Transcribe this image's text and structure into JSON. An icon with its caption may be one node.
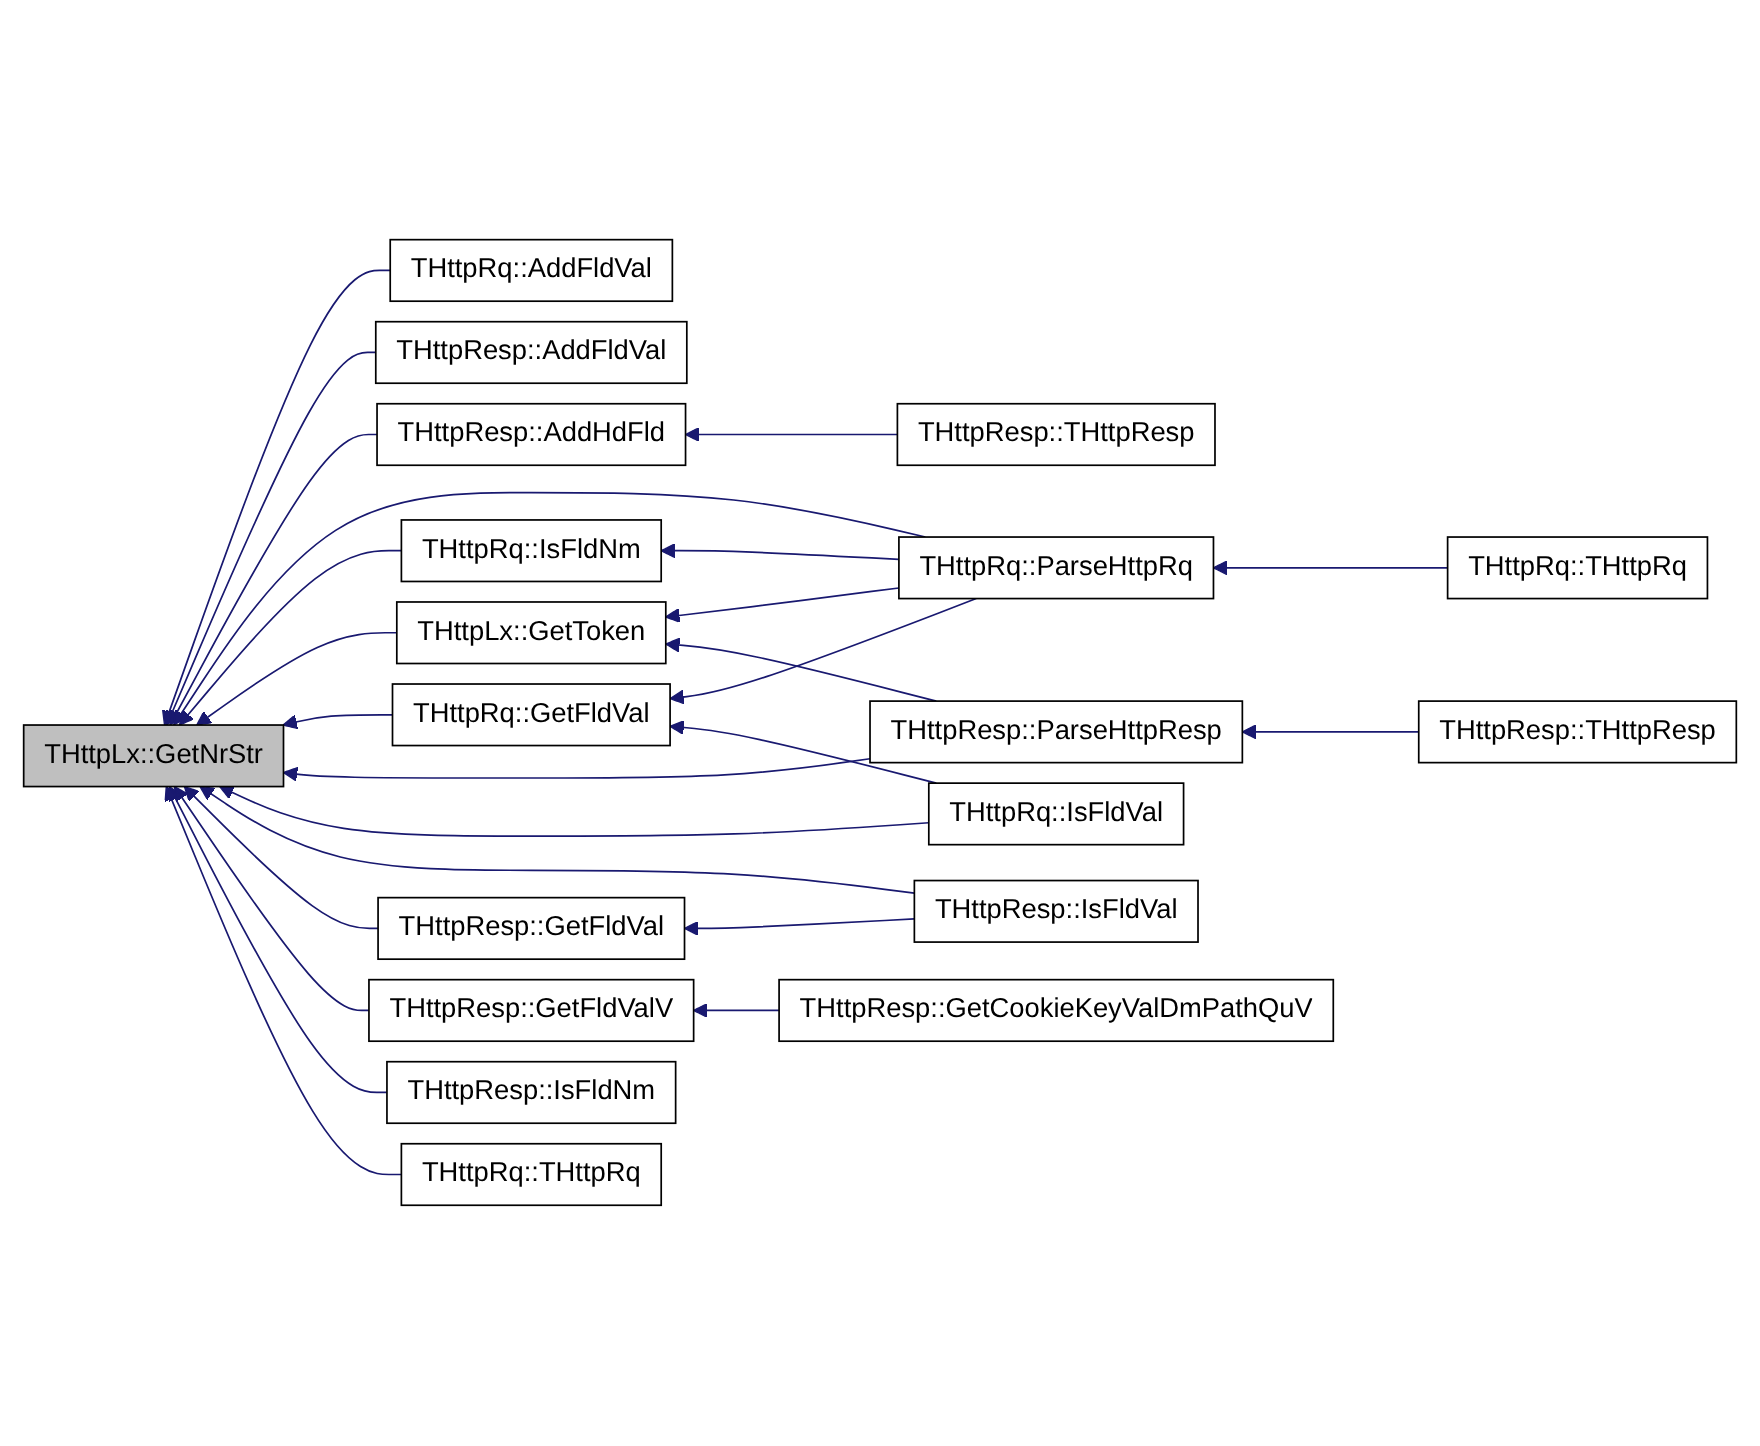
{
  "diagram": {
    "nodes": [
      {
        "text": [
          "THttpLx::GetNrStr"
        ]
      },
      {
        "text": [
          "THttpRq::AddFldVal"
        ]
      },
      {
        "text": [
          "THttpResp::AddFldVal"
        ]
      },
      {
        "text": [
          "THttpResp::AddHdFld"
        ]
      },
      {
        "text": [
          "THttpResp::THttpResp"
        ]
      },
      {
        "text": [
          "THttpRq::IsFldNm"
        ]
      },
      {
        "text": [
          "THttpLx::GetToken"
        ]
      },
      {
        "text": [
          "THttpRq::GetFldVal"
        ]
      },
      {
        "text": [
          "THttpRq::ParseHttpRq"
        ]
      },
      {
        "text": [
          "THttpRq::THttpRq"
        ]
      },
      {
        "text": [
          "THttpResp::ParseHttpResp"
        ]
      },
      {
        "text": [
          "THttpResp::THttpResp"
        ]
      },
      {
        "text": [
          "THttpRq::IsFldVal"
        ]
      },
      {
        "text": [
          "THttpResp::IsFldVal"
        ]
      },
      {
        "text": [
          "THttpResp::GetFldVal"
        ]
      },
      {
        "text": [
          "THttpResp::GetFldValV"
        ]
      },
      {
        "text": [
          "THttpResp::GetCookieKeyValDmPathQuV"
        ]
      },
      {
        "text": [
          "THttpResp::IsFldNm"
        ]
      },
      {
        "text": [
          "THttpRq::THttpRq"
        ]
      }
    ],
    "edges": [
      {
        "from": 1,
        "to": 0,
        "arrow": "to"
      },
      {
        "from": 2,
        "to": 0,
        "arrow": "to"
      },
      {
        "from": 3,
        "to": 0,
        "arrow": "to"
      },
      {
        "from": 4,
        "to": 3,
        "arrow": "to"
      },
      {
        "from": 8,
        "to": 0,
        "arrow": "to"
      },
      {
        "from": 5,
        "to": 0,
        "arrow": "to"
      },
      {
        "from": 8,
        "to": 5,
        "arrow": "to"
      },
      {
        "from": 6,
        "to": 0,
        "arrow": "to"
      },
      {
        "from": 8,
        "to": 6,
        "arrow": "to"
      },
      {
        "from": 10,
        "to": 6,
        "arrow": "to"
      },
      {
        "from": 7,
        "to": 0,
        "arrow": "to"
      },
      {
        "from": 8,
        "to": 7,
        "arrow": "to"
      },
      {
        "from": 12,
        "to": 7,
        "arrow": "to"
      },
      {
        "from": 9,
        "to": 8,
        "arrow": "to"
      },
      {
        "from": 10,
        "to": 0,
        "arrow": "to"
      },
      {
        "from": 11,
        "to": 10,
        "arrow": "to"
      },
      {
        "from": 12,
        "to": 0,
        "arrow": "to"
      },
      {
        "from": 13,
        "to": 0,
        "arrow": "to"
      },
      {
        "from": 14,
        "to": 0,
        "arrow": "to"
      },
      {
        "from": 13,
        "to": 14,
        "arrow": "to"
      },
      {
        "from": 15,
        "to": 0,
        "arrow": "to"
      },
      {
        "from": 16,
        "to": 15,
        "arrow": "to"
      },
      {
        "from": 17,
        "to": 0,
        "arrow": "to"
      },
      {
        "from": 18,
        "to": 0,
        "arrow": "to"
      }
    ]
  }
}
